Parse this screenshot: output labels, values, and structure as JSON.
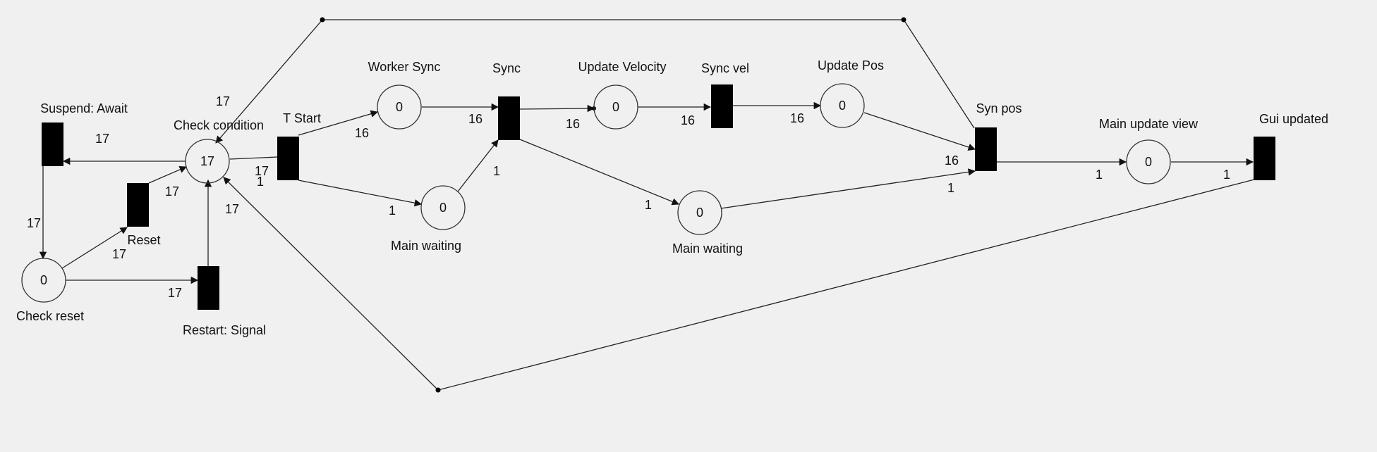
{
  "places": [
    {
      "id": "check_condition",
      "label": "Check condition",
      "tokens": "17"
    },
    {
      "id": "check_reset",
      "label": "Check reset",
      "tokens": "0"
    },
    {
      "id": "worker_sync",
      "label": "Worker Sync",
      "tokens": "0"
    },
    {
      "id": "main_waiting_1",
      "label": "Main waiting",
      "tokens": "0"
    },
    {
      "id": "update_velocity",
      "label": "Update Velocity",
      "tokens": "0"
    },
    {
      "id": "main_waiting_2",
      "label": "Main waiting",
      "tokens": "0"
    },
    {
      "id": "update_pos",
      "label": "Update Pos",
      "tokens": "0"
    },
    {
      "id": "main_update_view",
      "label": "Main update view",
      "tokens": "0"
    }
  ],
  "transitions": [
    {
      "id": "suspend_await",
      "label": "Suspend: Await"
    },
    {
      "id": "reset",
      "label": "Reset"
    },
    {
      "id": "restart_signal",
      "label": "Restart: Signal"
    },
    {
      "id": "t_start",
      "label": "T Start"
    },
    {
      "id": "sync",
      "label": "Sync"
    },
    {
      "id": "sync_vel",
      "label": "Sync vel"
    },
    {
      "id": "syn_pos",
      "label": "Syn pos"
    },
    {
      "id": "gui_updated",
      "label": "Gui updated"
    }
  ],
  "arcs": [
    {
      "from": "check_condition",
      "to": "suspend_await",
      "weight": "17"
    },
    {
      "from": "suspend_await",
      "to": "check_reset",
      "weight": "17"
    },
    {
      "from": "check_reset",
      "to": "reset",
      "weight": "17"
    },
    {
      "from": "reset",
      "to": "check_condition",
      "weight": "17"
    },
    {
      "from": "check_reset",
      "to": "restart_signal",
      "weight": "17"
    },
    {
      "from": "restart_signal",
      "to": "check_condition",
      "weight": ""
    },
    {
      "from": "check_condition",
      "to": "t_start",
      "weight": "17"
    },
    {
      "from": "t_start",
      "to": "worker_sync",
      "weight": "16"
    },
    {
      "from": "t_start",
      "to": "main_waiting_1",
      "weight": "1"
    },
    {
      "from": "worker_sync",
      "to": "sync",
      "weight": "16"
    },
    {
      "from": "main_waiting_1",
      "to": "sync",
      "weight": "1"
    },
    {
      "from": "sync",
      "to": "update_velocity",
      "weight": "16"
    },
    {
      "from": "sync",
      "to": "main_waiting_2",
      "weight": "1"
    },
    {
      "from": "update_velocity",
      "to": "sync_vel",
      "weight": "16"
    },
    {
      "from": "sync_vel",
      "to": "update_pos",
      "weight": "16"
    },
    {
      "from": "update_pos",
      "to": "syn_pos",
      "weight": "16"
    },
    {
      "from": "main_waiting_2",
      "to": "syn_pos",
      "weight": "1"
    },
    {
      "from": "syn_pos",
      "to": "main_update_view",
      "weight": "1"
    },
    {
      "from": "main_update_view",
      "to": "gui_updated",
      "weight": "1"
    },
    {
      "from": "syn_pos",
      "to": "check_condition",
      "weight": "17"
    },
    {
      "from": "gui_updated",
      "to": "check_condition",
      "weight": "17"
    }
  ],
  "extra_weight_labels": [
    "1"
  ]
}
